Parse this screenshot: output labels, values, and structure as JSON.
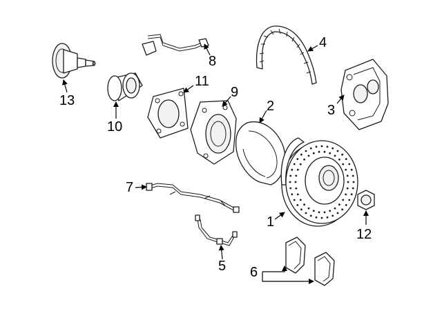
{
  "diagram": {
    "callouts": {
      "c1": "1",
      "c2": "2",
      "c3": "3",
      "c4": "4",
      "c5": "5",
      "c6": "6",
      "c7": "7",
      "c8": "8",
      "c9": "9",
      "c10": "10",
      "c11": "11",
      "c12": "12",
      "c13": "13"
    },
    "parts": {
      "c1": "brake-rotor-drilled",
      "c2": "splash-shield",
      "c3": "brake-caliper",
      "c4": "brake-hose",
      "c5": "brake-pad-wear-sensor",
      "c6": "brake-pads",
      "c7": "abs-sensor-wire",
      "c8": "wheel-speed-sensor",
      "c9": "wheel-carrier",
      "c10": "wheel-bearing",
      "c11": "bearing-mounting-plate",
      "c12": "axle-nut",
      "c13": "hub-drive-flange"
    }
  }
}
